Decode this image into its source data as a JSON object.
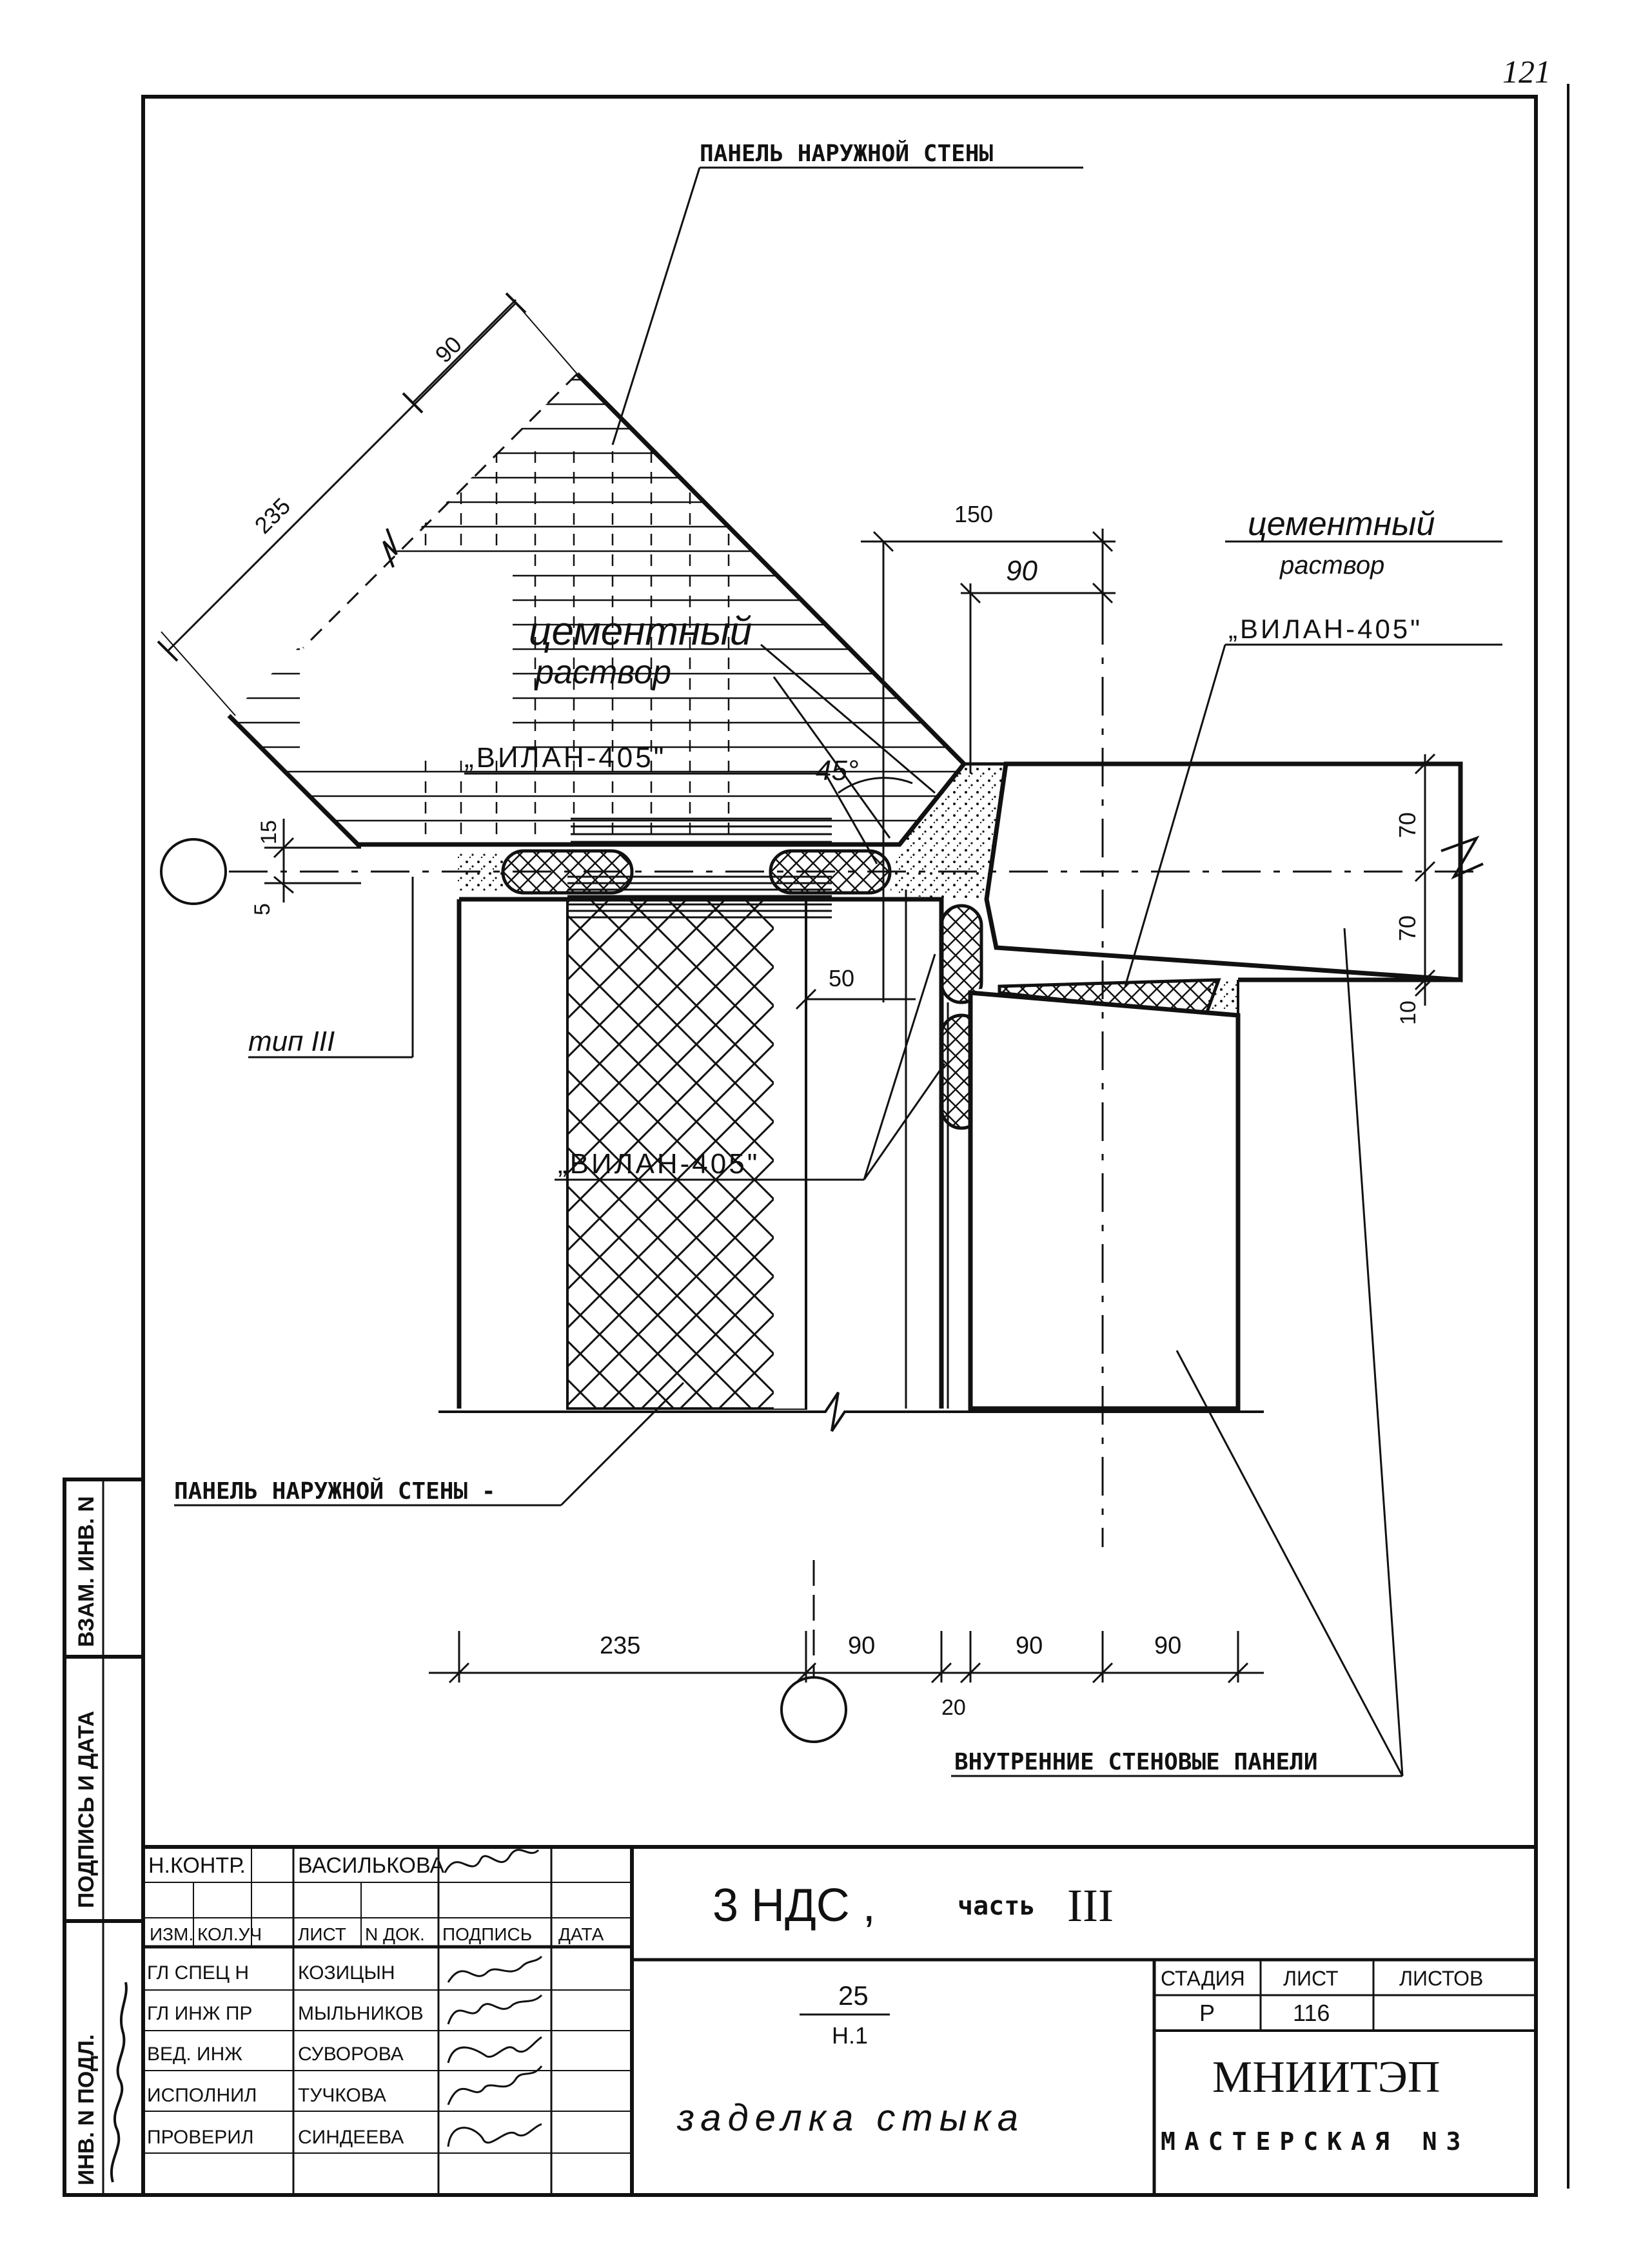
{
  "page_number": "121",
  "colors": {
    "ink": "#111111",
    "paper": "#ffffff"
  },
  "drawing": {
    "label_outer_panel_top": "ПАНЕЛЬ НАРУЖНОЙ СТЕНЫ",
    "label_outer_panel_bottom": "ПАНЕЛЬ НАРУЖНОЙ СТЕНЫ -",
    "label_cement_left_1": "цементный",
    "label_cement_left_2": "раствор",
    "label_cement_right_1": "цементный",
    "label_cement_right_2": "раствор",
    "label_vilan_left": "„ВИЛАН-405\"",
    "label_vilan_right": "„ВИЛАН-405\"",
    "label_vilan_mid": "„ВИЛАН-405\"",
    "label_angle": "45°",
    "label_type": "тип III",
    "label_inner_panels": "ВНУТРЕННИЕ СТЕНОВЫЕ ПАНЕЛИ",
    "dims": {
      "d90_diag": "90",
      "d235_diag": "235",
      "d150": "150",
      "d90_top": "90",
      "d15": "15",
      "d5": "5",
      "d50": "50",
      "d70_a": "70",
      "d70_b": "70",
      "d10": "10",
      "b235": "235",
      "b90_a": "90",
      "b90_b": "90",
      "b90_c": "90",
      "b20": "20"
    }
  },
  "side_stamp": {
    "vzam_inv": "ВЗАМ. ИНВ. N",
    "podpis_data": "ПОДПИСЬ И ДАТА",
    "inv_podl": "ИНВ. N ПОДЛ."
  },
  "title_block": {
    "rows_top": [
      {
        "role": "Н.КОНТР.",
        "name": "ВАСИЛЬКОВА"
      }
    ],
    "headers": [
      "ИЗМ.",
      "КОЛ.УЧ",
      "ЛИСТ",
      "N ДОК.",
      "ПОДПИСЬ",
      "ДАТА"
    ],
    "signers": [
      {
        "role": "ГЛ СПЕЦ Н",
        "name": "КОЗИЦЫН"
      },
      {
        "role": "ГЛ ИНЖ ПР",
        "name": "МЫЛЬНИКОВ"
      },
      {
        "role": "ВЕД. ИНЖ",
        "name": "СУВОРОВА"
      },
      {
        "role": "ИСПОЛНИЛ",
        "name": "ТУЧКОВА"
      },
      {
        "role": "ПРОВЕРИЛ",
        "name": "СИНДЕЕВА"
      }
    ],
    "project": "3 НДС ,",
    "part_label": "часть",
    "part_num": "III",
    "code_top": "25",
    "code_bottom": "Н.1",
    "sheet_title": "заделка стыка",
    "stage_header": "СТАДИЯ",
    "sheet_header": "ЛИСТ",
    "sheets_header": "ЛИСТОВ",
    "stage": "Р",
    "sheet": "116",
    "sheets": "",
    "org": "МНИИТЭП",
    "workshop": "МАСТЕРСКАЯ N3"
  }
}
